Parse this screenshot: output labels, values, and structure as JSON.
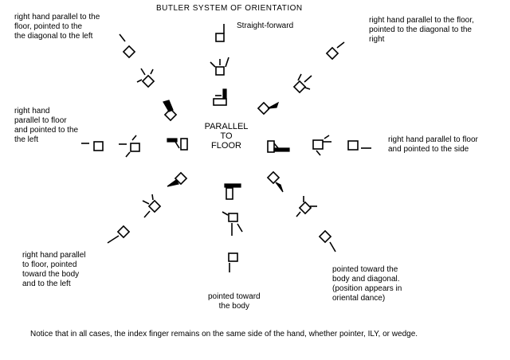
{
  "title": "BUTLER  SYSTEM OF ORIENTATION",
  "center_label": "PARALLEL\nTO\nFLOOR",
  "labels": {
    "straight_forward": "Straight-forward",
    "upper_left": "right hand parallel to the\nfloor, pointed to the\nthe diagonal to the left",
    "upper_right": "right hand parallel to the floor,\npointed to the diagonal to the\nright",
    "left": "right hand\nparallel to floor\nand pointed to the\nthe left",
    "right": "right hand parallel to floor\nand pointed to the side",
    "lower_left": "right hand parallel\nto floor, pointed\ntoward the body\nand to the left",
    "lower_right": "pointed toward the\nbody and diagonal.\n(position appears in\noriental dance)",
    "bottom": "pointed toward\nthe body"
  },
  "footnote": "Notice that in all cases, the index finger remains on the same side of the hand, whether pointer, ILY, or wedge."
}
